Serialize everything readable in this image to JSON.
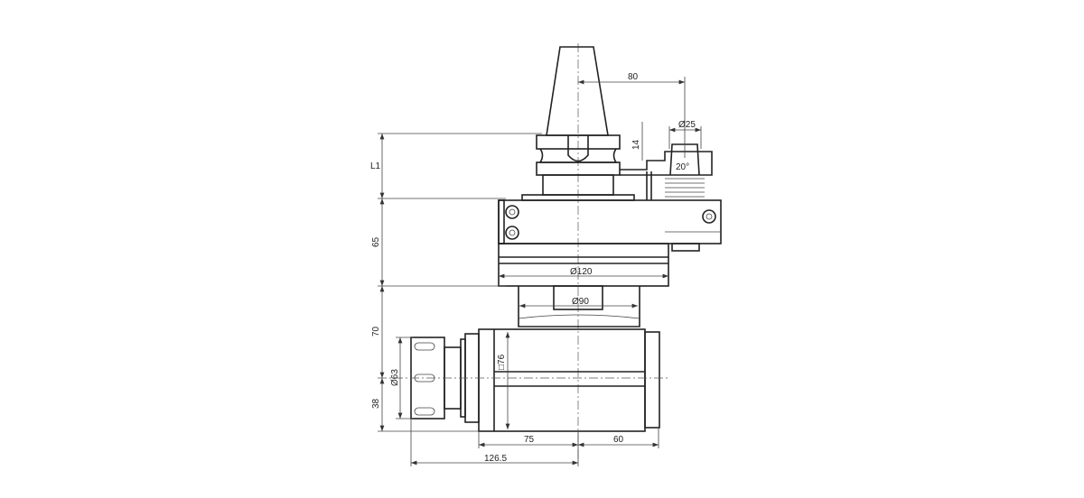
{
  "drawing": {
    "title": "Right-angle tool holder technical drawing",
    "dimensions": {
      "d80": "80",
      "d25": "Ø25",
      "d14": "14",
      "d20": "20°",
      "L1": "L1",
      "d65": "65",
      "d120": "Ø120",
      "d90": "Ø90",
      "d70": "70",
      "d38": "38",
      "d63": "Ø63",
      "d76": "□76",
      "d75": "75",
      "d60": "60",
      "d126": "126.5"
    }
  }
}
